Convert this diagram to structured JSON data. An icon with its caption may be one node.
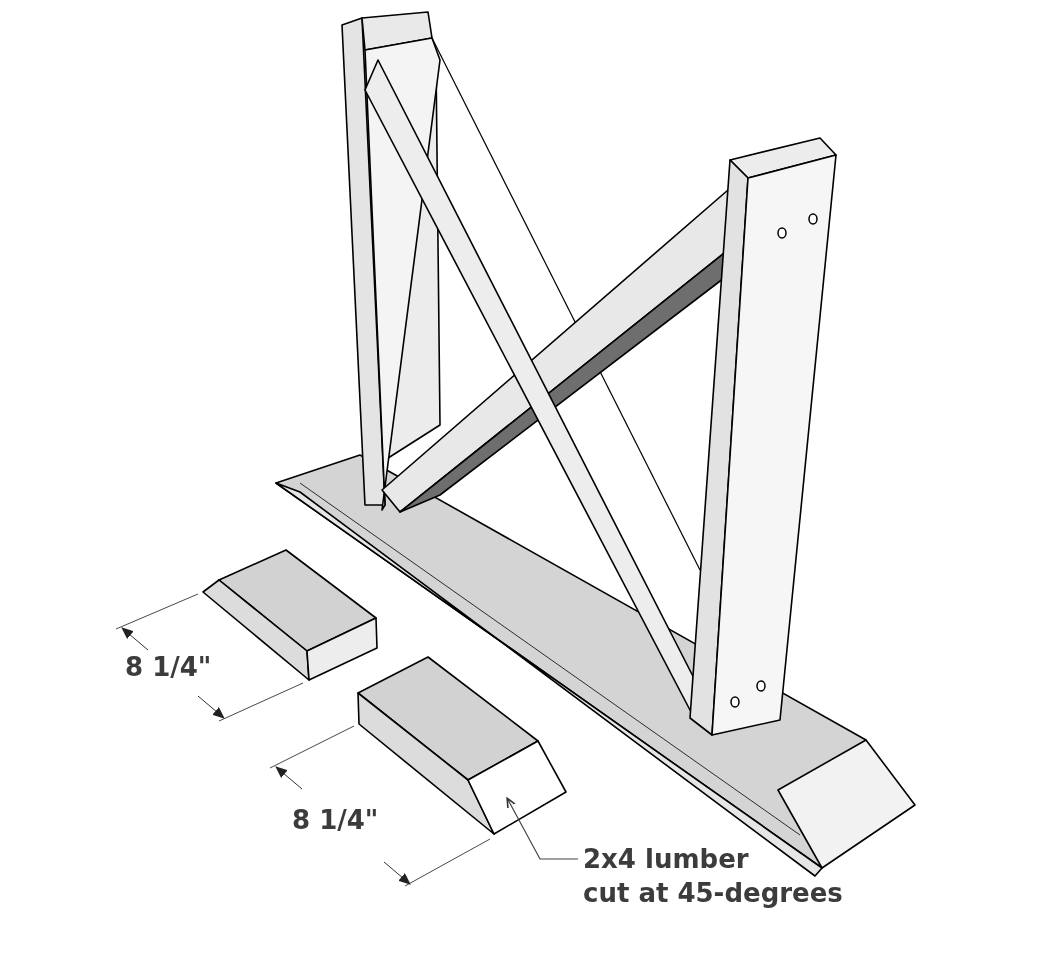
{
  "diagram": {
    "nodes": [
      {
        "text": [
          "2x4 lumber cut at 45-degrees"
        ]
      },
      {
        "text": [],
        "shape": "picture"
      }
    ],
    "edges": [
      {
        "from": 0,
        "to": 1,
        "arrow": "to"
      }
    ],
    "labels": [
      "8 1/4\"",
      "8 1/4\""
    ]
  }
}
